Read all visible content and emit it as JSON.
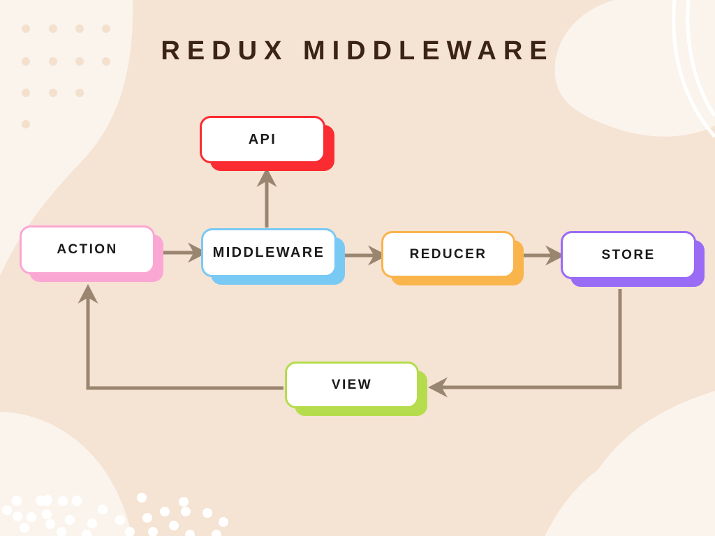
{
  "page": {
    "title": "REDUX MIDDLEWARE",
    "background_color": "#f5e3d3",
    "blob_color": "#fbf4ed",
    "title_color": "#3b2315",
    "arrow_color": "#9a8570"
  },
  "diagram": {
    "type": "flow-diagram",
    "nodes": [
      {
        "id": "api",
        "label": "API",
        "border_color": "#fa2c32",
        "shadow_color": "#fa2c32",
        "fill": "#ffffff"
      },
      {
        "id": "action",
        "label": "ACTION",
        "border_color": "#fba7d4",
        "shadow_color": "#fba7d4",
        "fill": "#ffffff"
      },
      {
        "id": "middleware",
        "label": "MIDDLEWARE",
        "border_color": "#79c9f5",
        "shadow_color": "#79c9f5",
        "fill": "#ffffff"
      },
      {
        "id": "reducer",
        "label": "REDUCER",
        "border_color": "#f9b44c",
        "shadow_color": "#f9b44c",
        "fill": "#ffffff"
      },
      {
        "id": "store",
        "label": "STORE",
        "border_color": "#9a6bf5",
        "shadow_color": "#9a6bf5",
        "fill": "#ffffff"
      },
      {
        "id": "view",
        "label": "VIEW",
        "border_color": "#b5dc4c",
        "shadow_color": "#b5dc4c",
        "fill": "#ffffff"
      }
    ],
    "edges": [
      {
        "from": "action",
        "to": "middleware",
        "style": "straight-right"
      },
      {
        "from": "middleware",
        "to": "api",
        "style": "straight-up"
      },
      {
        "from": "middleware",
        "to": "reducer",
        "style": "straight-right"
      },
      {
        "from": "reducer",
        "to": "store",
        "style": "straight-right"
      },
      {
        "from": "store",
        "to": "view",
        "style": "elbow-down-left"
      },
      {
        "from": "view",
        "to": "action",
        "style": "elbow-left-up"
      }
    ]
  }
}
